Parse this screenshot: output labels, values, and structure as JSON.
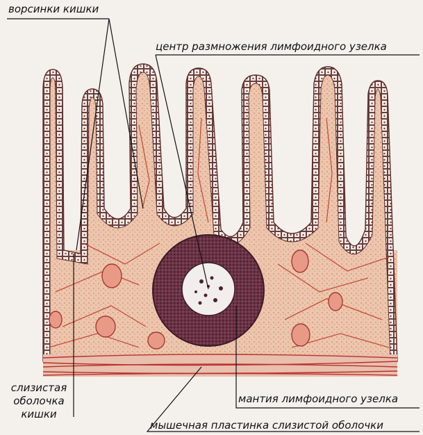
{
  "labels": {
    "villi": "ворсинки кишки",
    "germinal_center": "центр размножения лимфоидного узелка",
    "mucosa": [
      "слизистая",
      "оболочка",
      "кишки"
    ],
    "mantle": "мантия лимфоидного узелка",
    "muscular_plate": "мышечная пластинка слизистой оболочки"
  },
  "colors": {
    "background": "#f4f1ec",
    "tissue": "#ecc6ad",
    "fiber": "#c0392b",
    "epithelium": "#5a2c2c",
    "nodule_mantle": "#6b3346",
    "germinal_center": "#f2eeee",
    "leader_line": "#111111"
  }
}
